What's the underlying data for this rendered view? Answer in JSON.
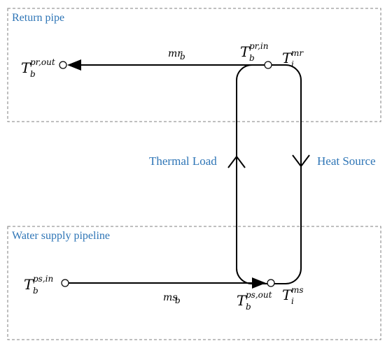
{
  "regions": {
    "return_pipe": "Return pipe",
    "supply_pipeline": "Water supply pipeline"
  },
  "flows": {
    "thermal_load": "Thermal Load",
    "heat_source": "Heat Source"
  },
  "variables": {
    "return_out": {
      "base": "T",
      "sup": "pr,out",
      "sub": "b"
    },
    "return_in": {
      "base": "T",
      "sup": "pr,in",
      "sub": "b"
    },
    "return_inlet_temp": {
      "base": "T",
      "sup": "mr",
      "sub": "i"
    },
    "return_flow": {
      "base": "mr",
      "sub": "b"
    },
    "supply_in": {
      "base": "T",
      "sup": "ps,in",
      "sub": "b"
    },
    "supply_out": {
      "base": "T",
      "sup": "ps,out",
      "sub": "b"
    },
    "supply_temp": {
      "base": "T",
      "sup": "ms",
      "sub": "i"
    },
    "supply_flow": {
      "base": "ms",
      "sub": "b"
    }
  },
  "colors": {
    "label": "#2e75b6",
    "box": "#7f7f7f",
    "pipe": "#000000"
  }
}
